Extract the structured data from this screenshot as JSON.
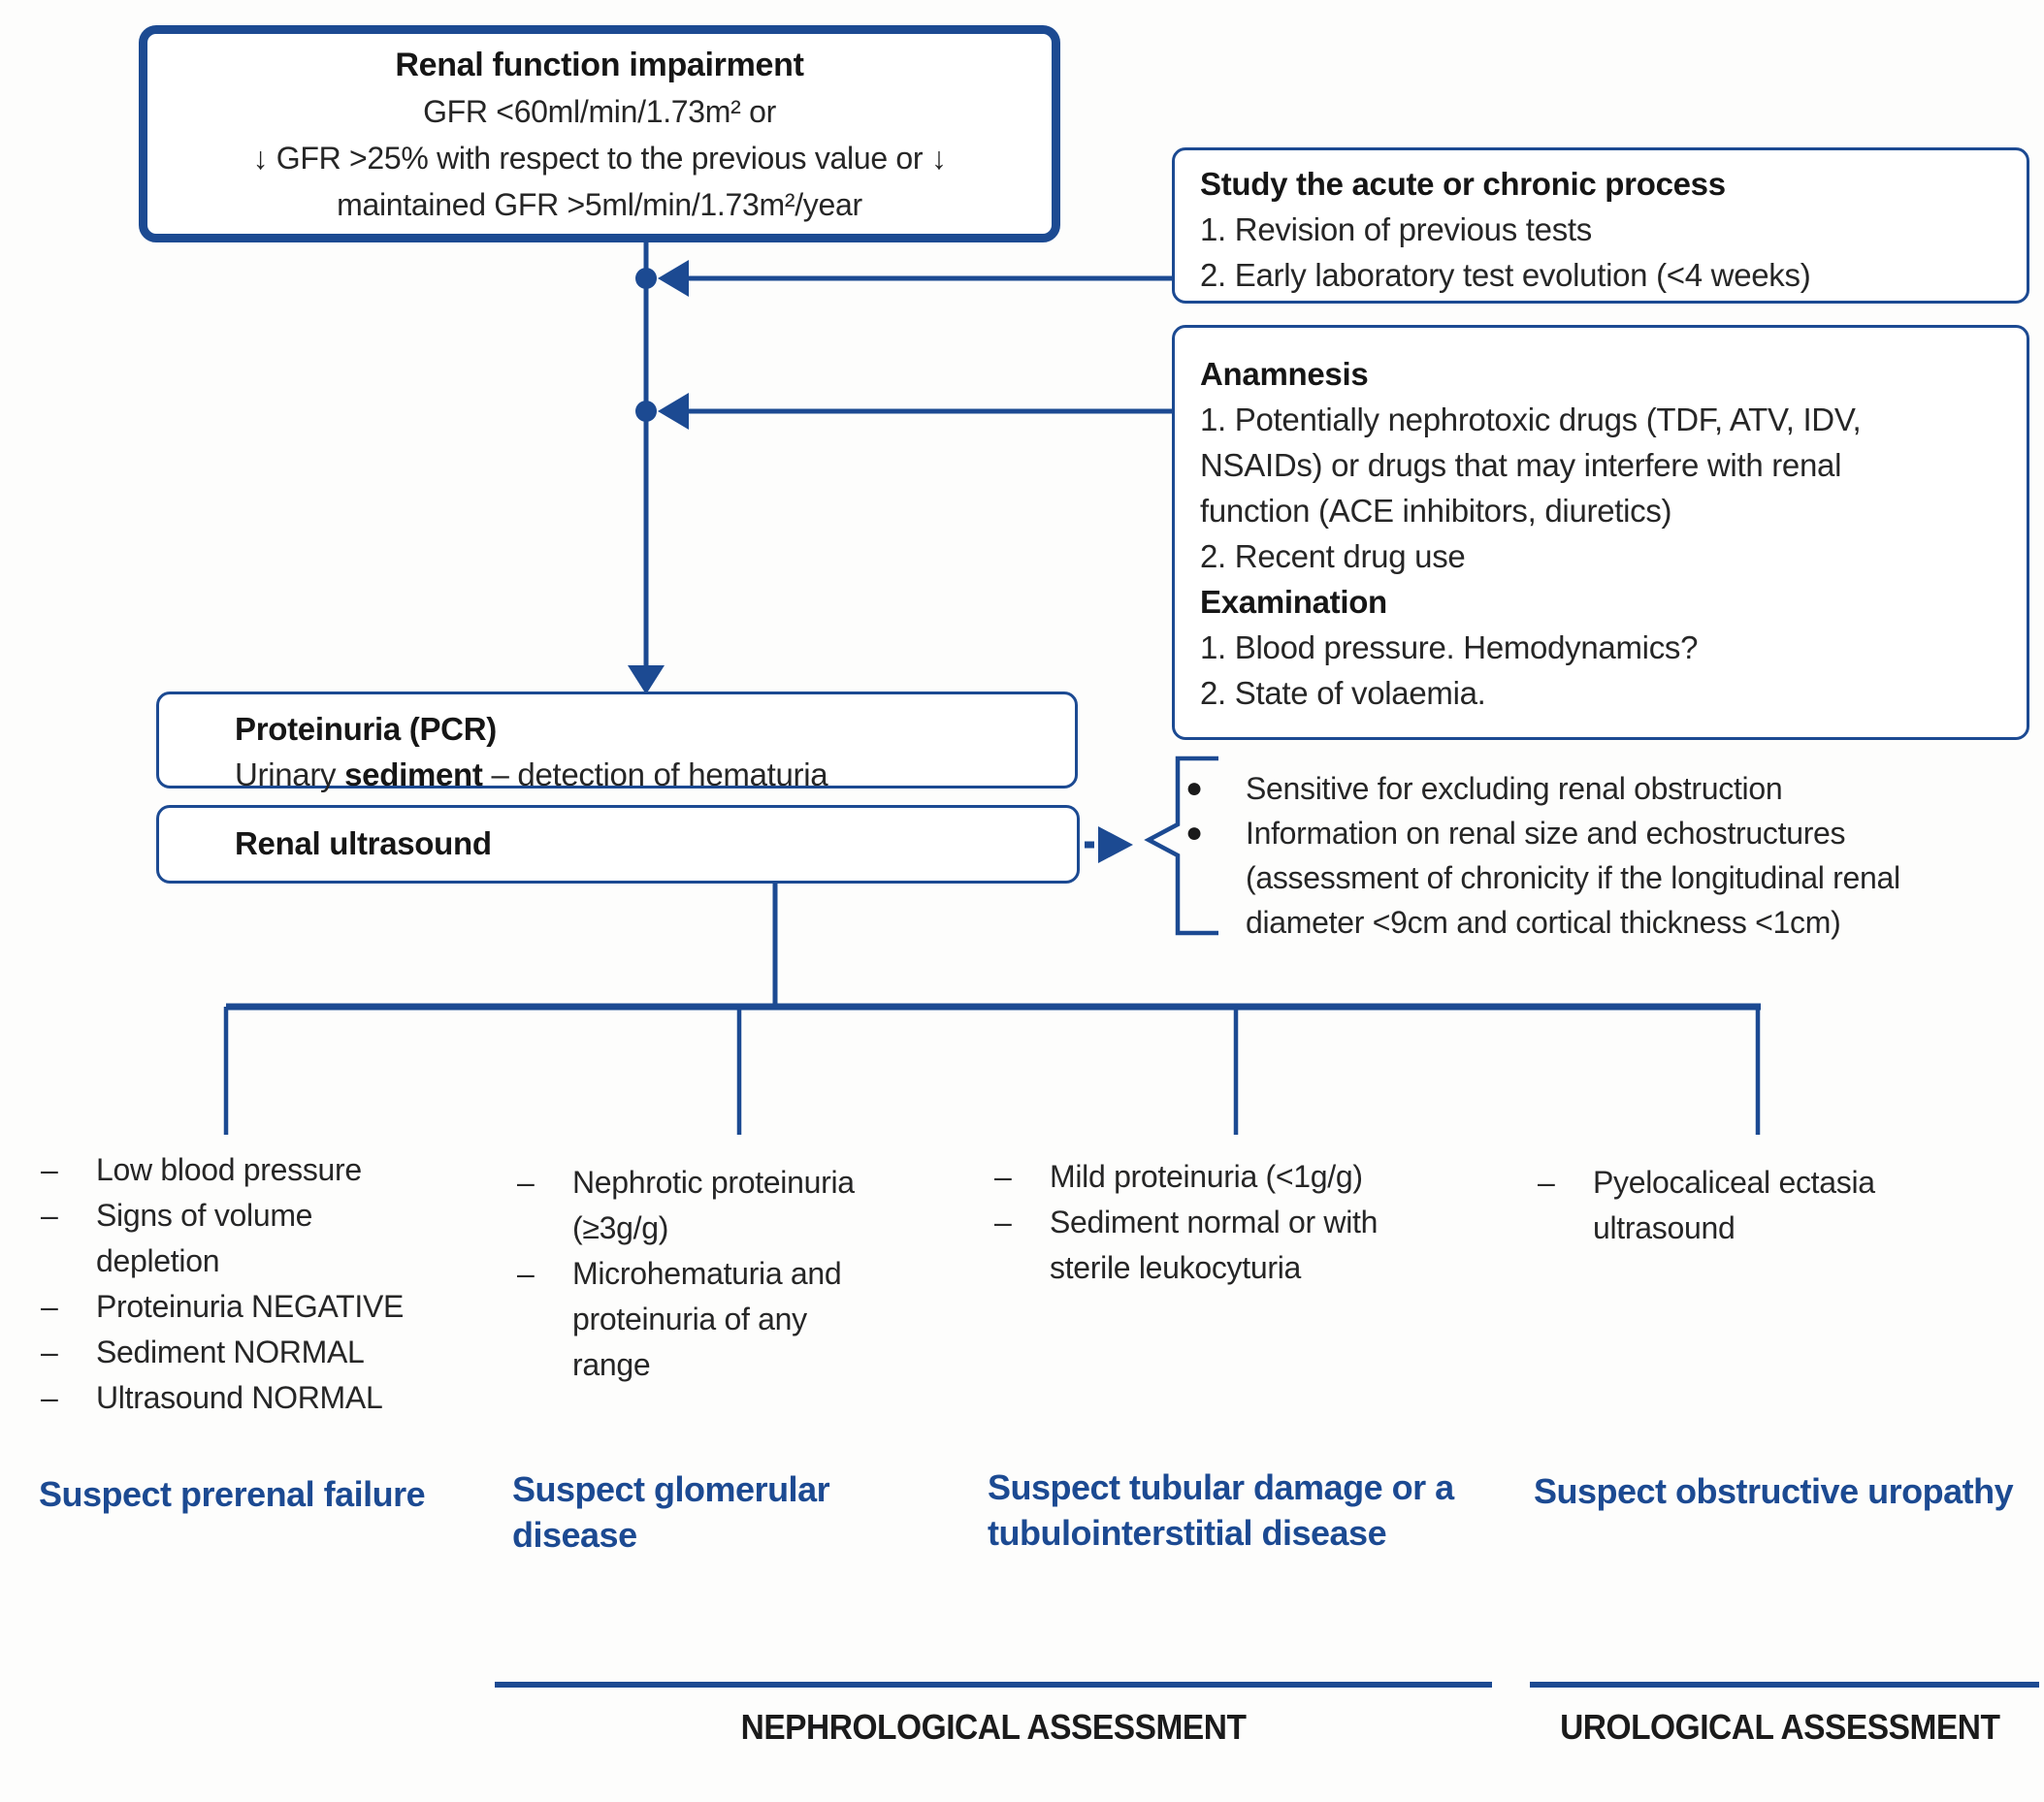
{
  "glyphs": {
    "dash": "–",
    "bullet": "●"
  },
  "colors": {
    "accent": "#1c4a92",
    "text": "#262626"
  },
  "top_box": {
    "title": "Renal function impairment",
    "lines": [
      "GFR <60ml/min/1.73m² or",
      "↓ GFR >25% with respect to the previous value or ↓",
      "maintained GFR >5ml/min/1.73m²/year"
    ]
  },
  "study_box": {
    "title": "Study the acute or chronic process",
    "items": [
      "1. Revision of previous tests",
      "2. Early laboratory test evolution (<4 weeks)"
    ]
  },
  "anamnesis_box": {
    "heading1": "Anamnesis",
    "item1_lines": [
      "1. Potentially nephrotoxic drugs (TDF, ATV, IDV,",
      "NSAIDs) or drugs that may interfere with renal",
      "function (ACE inhibitors, diuretics)"
    ],
    "item2": "2. Recent drug use",
    "heading2": "Examination",
    "items2": [
      "1. Blood pressure. Hemodynamics?",
      "2. State of volaemia."
    ]
  },
  "proteinuria_box": {
    "title": "Proteinuria (PCR)",
    "line2_pre": "Urinary ",
    "line2_bold": "sediment",
    "line2_post": " – detection of hematuria"
  },
  "ultrasound_box": {
    "title": "Renal ultrasound"
  },
  "ultrasound_notes": {
    "item1": "Sensitive for excluding renal obstruction",
    "item2_lines": [
      "Information on renal size and echostructures",
      "(assessment of chronicity if the longitudinal renal",
      "diameter <9cm and cortical thickness <1cm)"
    ]
  },
  "columns": [
    {
      "items": [
        [
          "Low blood pressure"
        ],
        [
          "Signs of volume",
          "depletion"
        ],
        [
          "Proteinuria NEGATIVE"
        ],
        [
          "Sediment NORMAL"
        ],
        [
          "Ultrasound NORMAL"
        ]
      ],
      "label": "Suspect prerenal failure"
    },
    {
      "items": [
        [
          "Nephrotic proteinuria",
          "(≥3g/g)"
        ],
        [
          "Microhematuria and",
          "proteinuria of any",
          "range"
        ]
      ],
      "label": "Suspect glomerular disease"
    },
    {
      "items": [
        [
          "Mild proteinuria (<1g/g)"
        ],
        [
          "Sediment normal or with",
          "sterile leukocyturia"
        ]
      ],
      "label": "Suspect tubular damage or a tubulointerstitial disease"
    },
    {
      "items": [
        [
          "Pyelocaliceal ectasia",
          "ultrasound"
        ]
      ],
      "label": "Suspect obstructive uropathy"
    }
  ],
  "assessments": [
    {
      "label": "NEPHROLOGICAL ASSESSMENT"
    },
    {
      "label": "UROLOGICAL ASSESSMENT"
    }
  ]
}
